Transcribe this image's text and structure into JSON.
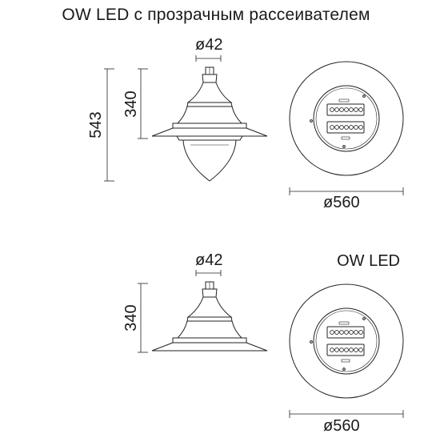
{
  "product_top": {
    "title": "OW LED с прозрачным рассеивателем",
    "dim_top_diameter": "ø42",
    "dim_total_height": "543",
    "dim_body_height": "340",
    "dim_outer_diameter": "ø560"
  },
  "product_bottom": {
    "title": "OW LED",
    "dim_top_diameter": "ø42",
    "dim_body_height": "340",
    "dim_outer_diameter": "ø560"
  }
}
